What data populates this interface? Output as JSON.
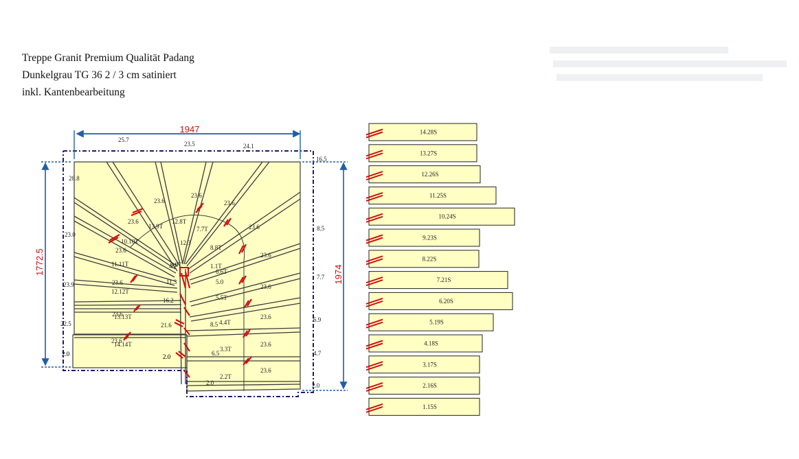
{
  "title_lines": [
    "Treppe Granit Premium Qualität Padang",
    "Dunkelgrau TG 36 2 / 3 cm satiniert",
    "inkl. Kantenbearbeitung"
  ],
  "dimensions": {
    "width": "1947",
    "height_left": "1772.5",
    "height_right": "1974"
  },
  "edge_labels": [
    "25.7",
    "23.5",
    "24.1",
    "16.5",
    "28.8",
    "23.0",
    "23.9",
    "22.5",
    "2.0",
    "8.5",
    "7.7",
    "6.9",
    "4.7",
    "2.0",
    "2.0",
    "2.0"
  ],
  "inner_labels": [
    "23.6",
    "23.6",
    "23.6",
    "23.6",
    "23.6",
    "23.6",
    "23.6",
    "23.6",
    "23.6",
    "23.6",
    "23.6",
    "23.6",
    "23.6",
    "23.6",
    "21.6",
    "16.2",
    "11.3",
    "12.3",
    "12.8T",
    "13.9T",
    "10.10T",
    "11.11T",
    "12.12T",
    "13.13T",
    "14.14T",
    "9.9T",
    "7.7T",
    "8.8T",
    "6.6T",
    "5.5T",
    "4.4T",
    "3.3T",
    "2.2T",
    "1.1T",
    "5.0",
    "8.5",
    "6.5",
    "4.7",
    "2.0",
    "2.0"
  ],
  "step_cards": [
    {
      "label": "14.28S",
      "len": 157
    },
    {
      "label": "13.27S",
      "len": 157
    },
    {
      "label": "12.26S",
      "len": 162
    },
    {
      "label": "11.25S",
      "len": 185
    },
    {
      "label": "10.24S",
      "len": 212
    },
    {
      "label": "9.23S",
      "len": 161
    },
    {
      "label": "8.22S",
      "len": 160
    },
    {
      "label": "7.21S",
      "len": 202
    },
    {
      "label": "6.20S",
      "len": 209
    },
    {
      "label": "5.19S",
      "len": 181
    },
    {
      "label": "4.18S",
      "len": 165
    },
    {
      "label": "3.17S",
      "len": 161
    },
    {
      "label": "2.16S",
      "len": 161
    },
    {
      "label": "1.15S",
      "len": 161
    }
  ],
  "colors": {
    "stone_fill": "#ffffc4",
    "dim_blue": "#1f5fa8",
    "outline_navy": "#1a1a6e",
    "mark_red": "#d01010",
    "line_dark": "#3a3a3a"
  }
}
